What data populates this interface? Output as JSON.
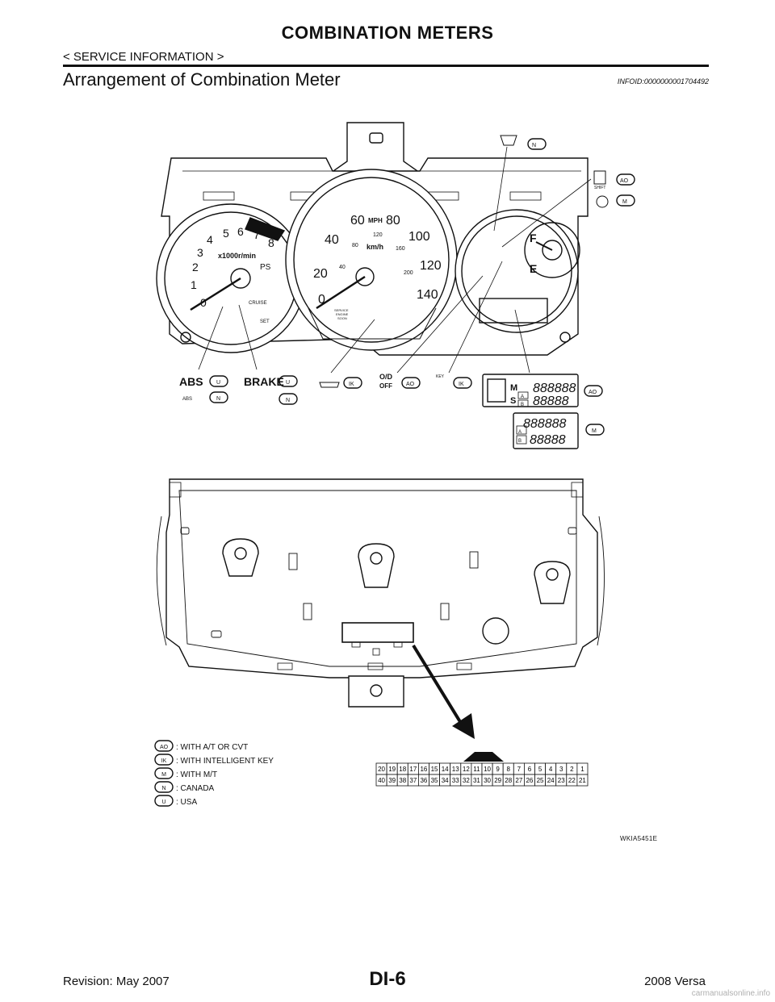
{
  "header": {
    "title": "COMBINATION METERS",
    "breadcrumb": "< SERVICE INFORMATION >"
  },
  "section": {
    "title": "Arrangement of Combination Meter",
    "info_id": "INFOID:0000000001704492"
  },
  "figure": {
    "tachometer": {
      "numbers": [
        "0",
        "1",
        "2",
        "3",
        "4",
        "5",
        "6",
        "7",
        "8"
      ],
      "unit": "x1000r/min",
      "labels": [
        "PS",
        "CRUISE",
        "SET"
      ]
    },
    "speedometer": {
      "mph": [
        "0",
        "20",
        "40",
        "60",
        "80",
        "100",
        "120",
        "140"
      ],
      "mph_unit": "MPH",
      "kmh": [
        "40",
        "80",
        "120",
        "160",
        "200"
      ],
      "kmh_unit": "km/h",
      "service_lines": [
        "SERVICE",
        "ENGINE",
        "SOON"
      ]
    },
    "fuel_gauge": {
      "full": "F",
      "empty": "E"
    },
    "right_labels": {
      "shift": "SHIFT",
      "ao": "AO",
      "m": "M",
      "n": "N"
    },
    "legend_row1": {
      "abs": "ABS",
      "u": "U",
      "brake": "BRAKE",
      "ik": "IK",
      "od": "O/D",
      "off": "OFF",
      "ao": "AO",
      "key": "KEY",
      "m": "M",
      "s": "S",
      "a": "A",
      "b": "B",
      "odo_digits": "888888",
      "trip_digits": "88888"
    },
    "legend_row2": {
      "abs_symbol": "ABS",
      "n": "N",
      "m": "M"
    },
    "legend": [
      {
        "code": "AO",
        "text": ": WITH A/T OR CVT"
      },
      {
        "code": "IK",
        "text": ": WITH INTELLIGENT KEY"
      },
      {
        "code": "M",
        "text": ": WITH M/T"
      },
      {
        "code": "N",
        "text": ": CANADA"
      },
      {
        "code": "U",
        "text": ": USA"
      }
    ],
    "connector_top": [
      "20",
      "19",
      "18",
      "17",
      "16",
      "15",
      "14",
      "13",
      "12",
      "11",
      "10",
      "9",
      "8",
      "7",
      "6",
      "5",
      "4",
      "3",
      "2",
      "1"
    ],
    "connector_bottom": [
      "40",
      "39",
      "38",
      "37",
      "36",
      "35",
      "34",
      "33",
      "32",
      "31",
      "30",
      "29",
      "28",
      "27",
      "26",
      "25",
      "24",
      "23",
      "22",
      "21"
    ],
    "ref": "WKIA5451E"
  },
  "footer": {
    "revision": "Revision: May 2007",
    "page": "DI-6",
    "model": "2008 Versa",
    "watermark": "carmanualsonline.info"
  }
}
